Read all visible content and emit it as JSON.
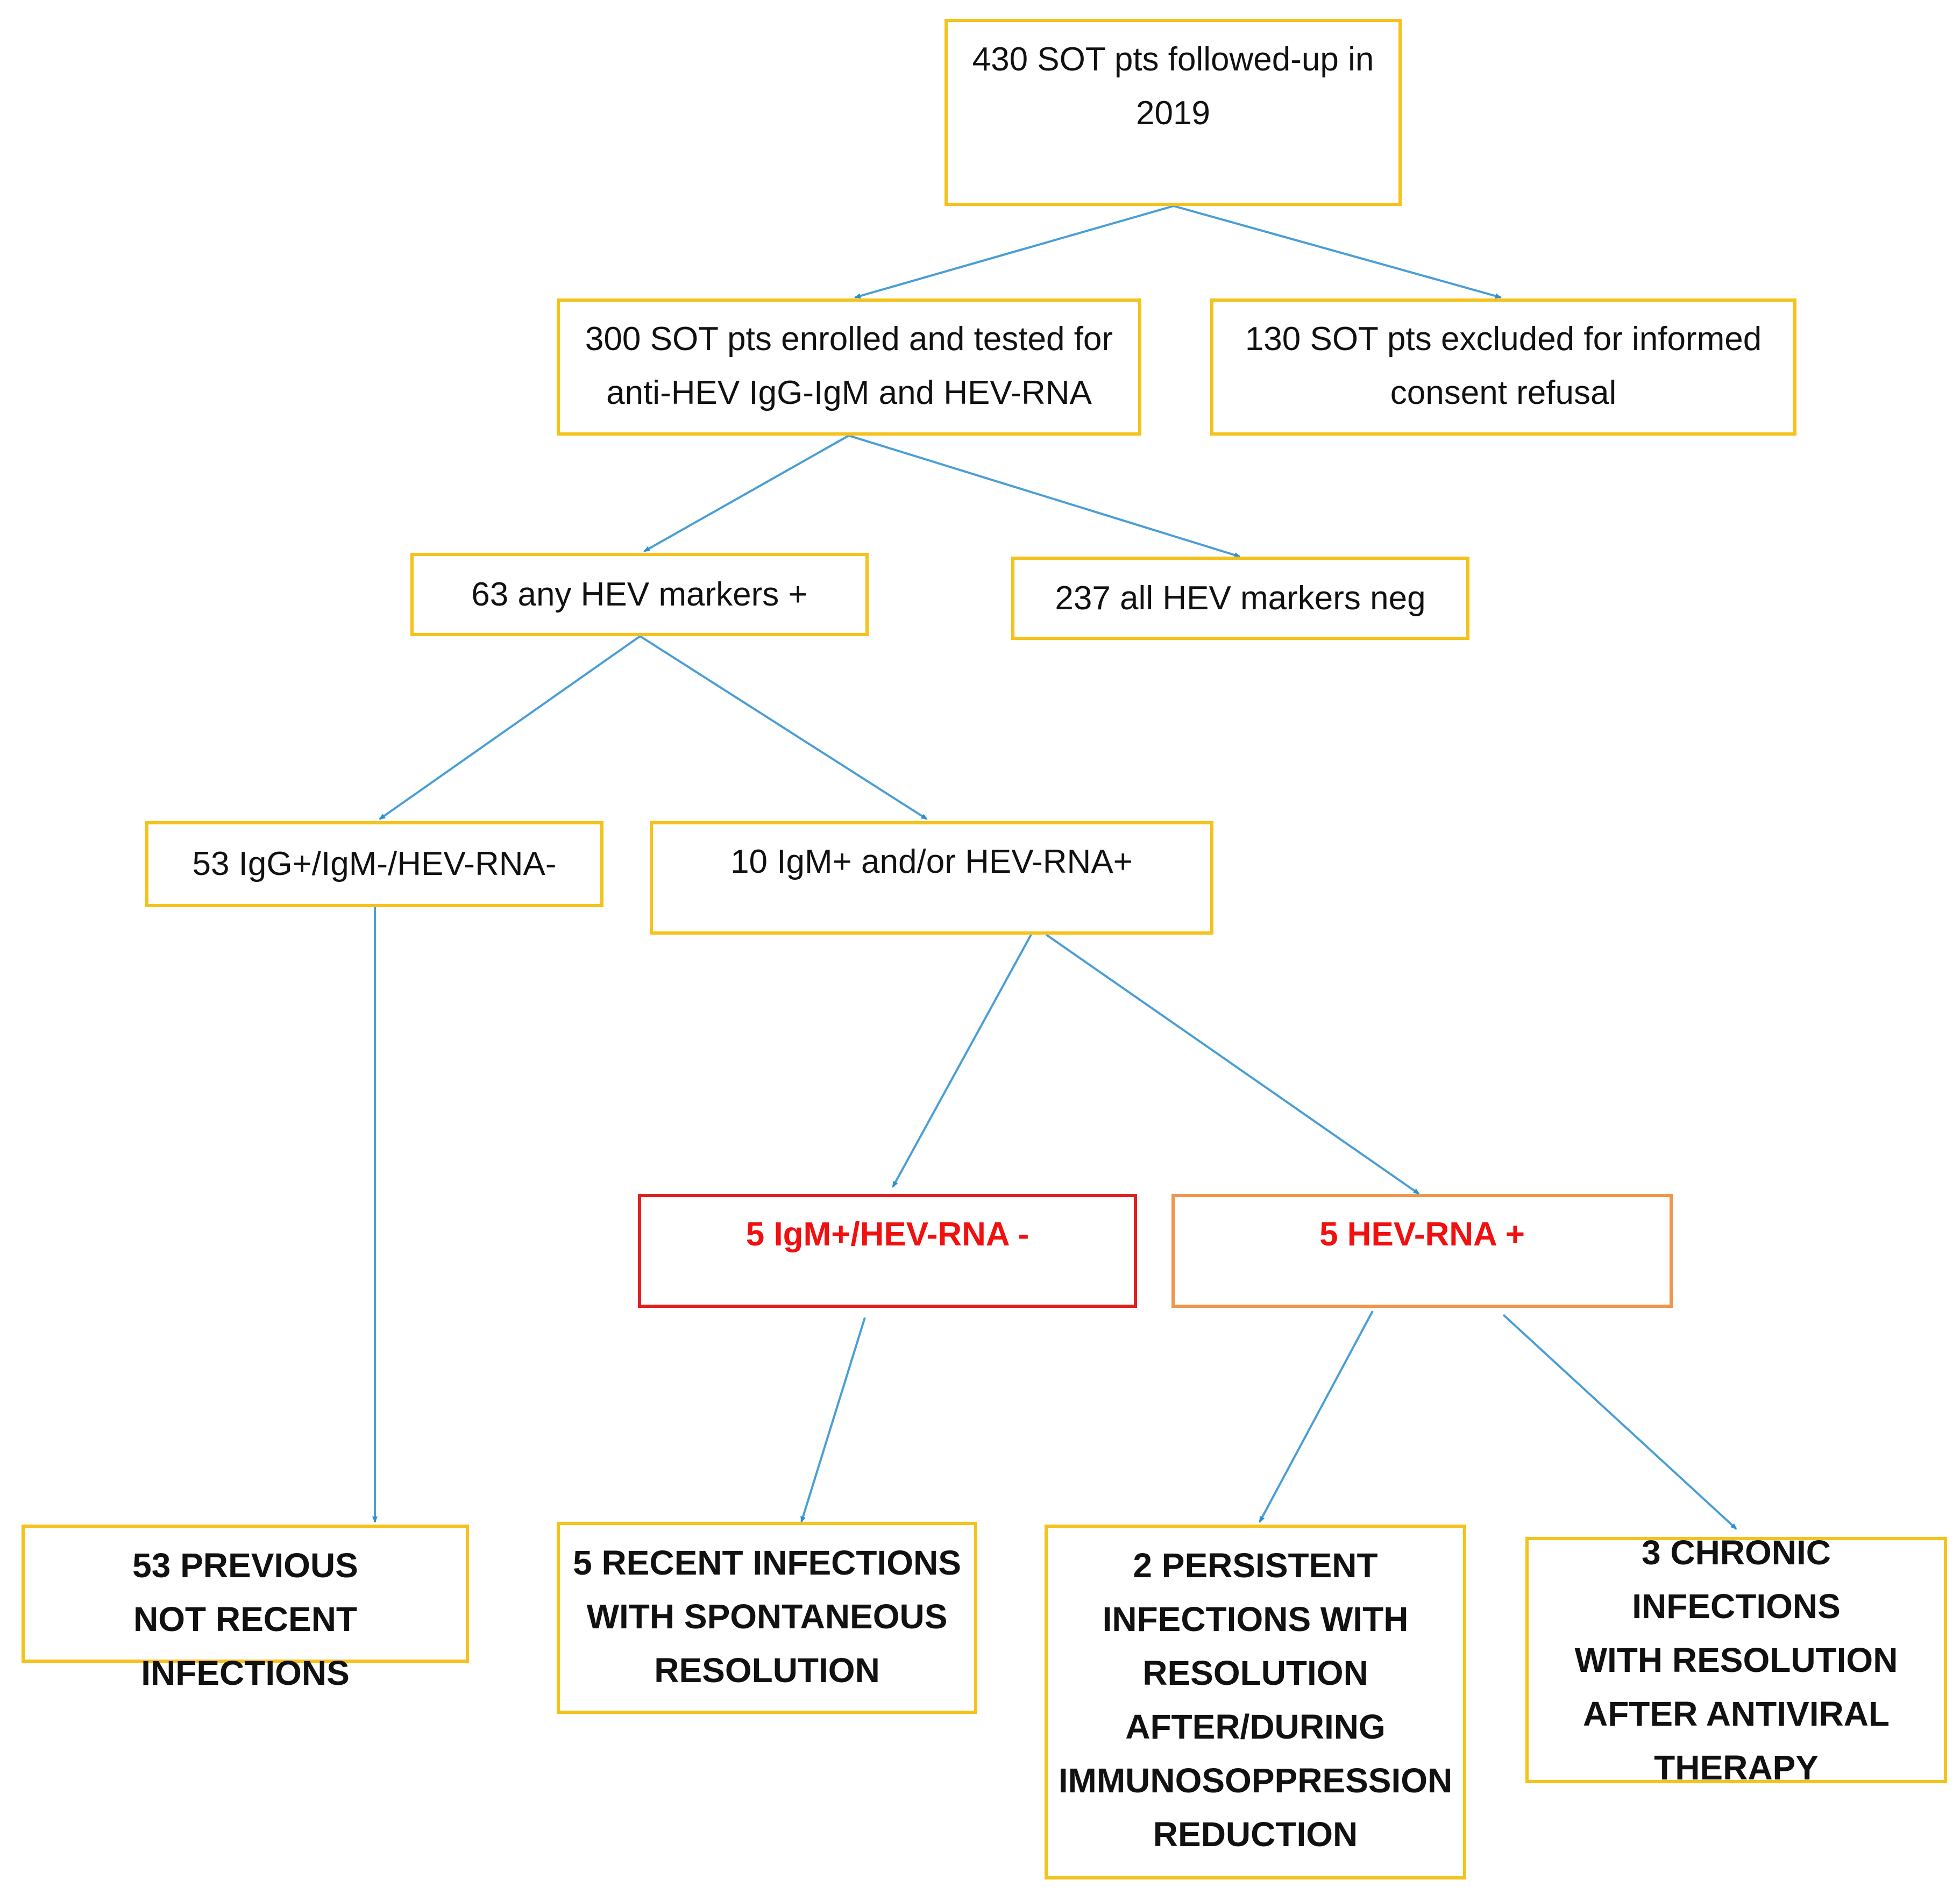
{
  "diagram": {
    "colors": {
      "box_border": "#f5c21b",
      "red_border": "#e02020",
      "orange_border": "#f0954d",
      "red_text": "#f01010",
      "arrow": "#4a9ed6"
    },
    "nodes": {
      "root": "430 SOT pts followed-up in\n2019",
      "enrolled": "300 SOT pts enrolled and tested for\nanti-HEV IgG-IgM and HEV-RNA",
      "excluded": "130 SOT pts excluded for informed\nconsent refusal",
      "any_positive": "63 any HEV markers +",
      "all_negative": "237 all HEV markers neg",
      "igg_only": "53 IgG+/IgM-/HEV-RNA-",
      "igm_or_rna": "10 IgM+ and/or HEV-RNA+",
      "igm_rna_neg": "5 IgM+/HEV-RNA -",
      "rna_pos": "5 HEV-RNA +",
      "previous": "53 PREVIOUS\nNOT RECENT INFECTIONS",
      "recent": "5 RECENT INFECTIONS\nWITH SPONTANEOUS\nRESOLUTION",
      "persistent": "2 PERSISTENT\nINFECTIONS WITH\nRESOLUTION\nAFTER/DURING\nIMMUNOSOPPRESSION\nREDUCTION",
      "chronic": "3 CHRONIC INFECTIONS\nWITH RESOLUTION\nAFTER ANTIVIRAL\nTHERAPY"
    },
    "edges": [
      [
        "root",
        "enrolled"
      ],
      [
        "root",
        "excluded"
      ],
      [
        "enrolled",
        "any_positive"
      ],
      [
        "enrolled",
        "all_negative"
      ],
      [
        "any_positive",
        "igg_only"
      ],
      [
        "any_positive",
        "igm_or_rna"
      ],
      [
        "igg_only",
        "previous"
      ],
      [
        "igm_or_rna",
        "igm_rna_neg"
      ],
      [
        "igm_or_rna",
        "rna_pos"
      ],
      [
        "igm_rna_neg",
        "recent"
      ],
      [
        "rna_pos",
        "persistent"
      ],
      [
        "rna_pos",
        "chronic"
      ]
    ]
  }
}
